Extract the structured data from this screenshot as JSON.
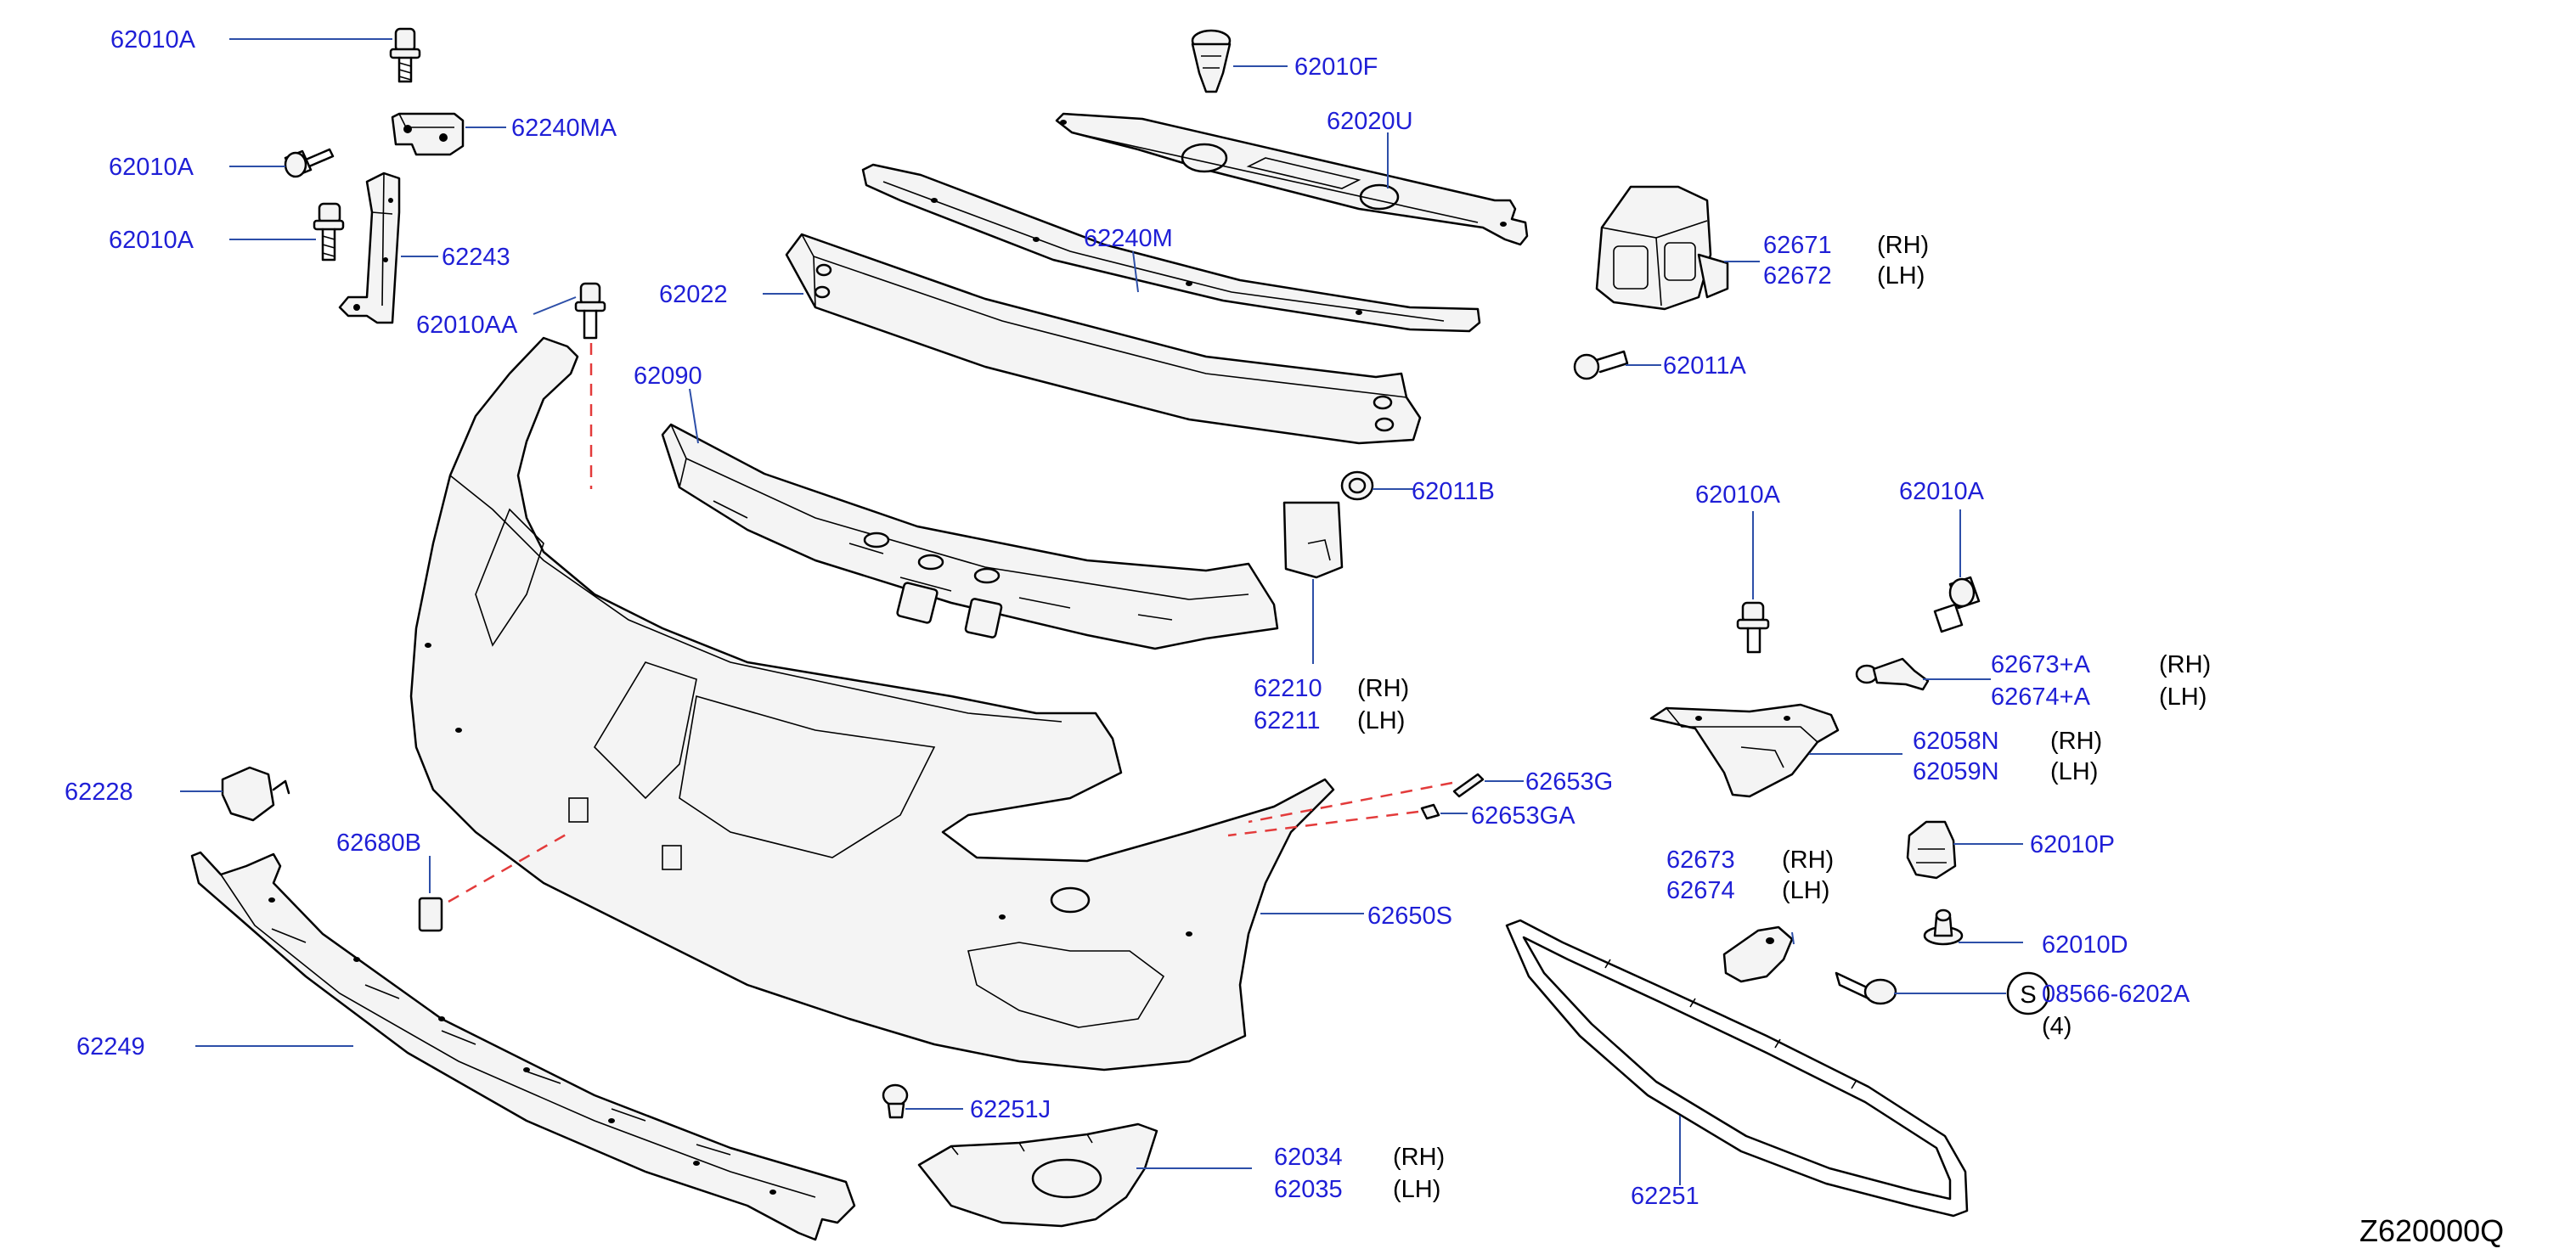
{
  "colors": {
    "label": "#1f1fd6",
    "leader": "#2d4fa8",
    "dash": "#e33b3b",
    "ink": "#000000"
  },
  "labels": {
    "p62010a_1": "62010A",
    "p62240ma": "62240MA",
    "p62010a_2": "62010A",
    "p62010a_3": "62010A",
    "p62243": "62243",
    "p62010aa": "62010AA",
    "p62022": "62022",
    "p62090": "62090",
    "p62010f": "62010F",
    "p62020u": "62020U",
    "p62240m": "62240M",
    "p62671": "62671",
    "p62672": "62672",
    "p62011a": "62011A",
    "p62011b": "62011B",
    "p62210": "62210",
    "p62211": "62211",
    "p62010a_4": "62010A",
    "p62010a_5": "62010A",
    "p62673a": "62673+A",
    "p62674a": "62674+A",
    "p62058n": "62058N",
    "p62059n": "62059N",
    "p62653g": "62653G",
    "p62653ga": "62653GA",
    "p62228": "62228",
    "p62680b": "62680B",
    "p62650s": "62650S",
    "p62010p": "62010P",
    "p62673": "62673",
    "p62674": "62674",
    "p62010d": "62010D",
    "p08566": "08566-6202A",
    "qty": "(4)",
    "s_symbol": "S",
    "p62249": "62249",
    "p62251j": "62251J",
    "p62034": "62034",
    "p62035": "62035",
    "p62251": "62251"
  },
  "sides": {
    "rh": "(RH)",
    "lh": "(LH)"
  },
  "diagram_code": "Z620000Q"
}
